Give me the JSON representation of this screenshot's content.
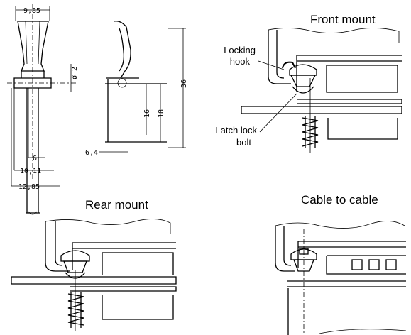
{
  "views": {
    "front": {
      "title": "Front mount"
    },
    "rear": {
      "title": "Rear mount"
    },
    "cable": {
      "title": "Cable to cable"
    }
  },
  "callouts": {
    "locking_hook": [
      "Locking",
      "hook"
    ],
    "latch_lock_bolt": [
      "Latch lock",
      "bolt"
    ]
  },
  "dimensions": {
    "d_985": "9,85",
    "d_phi2": "ø 2",
    "d_36": "36",
    "d_16": "16",
    "d_18": "18",
    "d_6": "6",
    "d_64": "6,4",
    "d_1011": "10,11",
    "d_1285": "12,85"
  }
}
